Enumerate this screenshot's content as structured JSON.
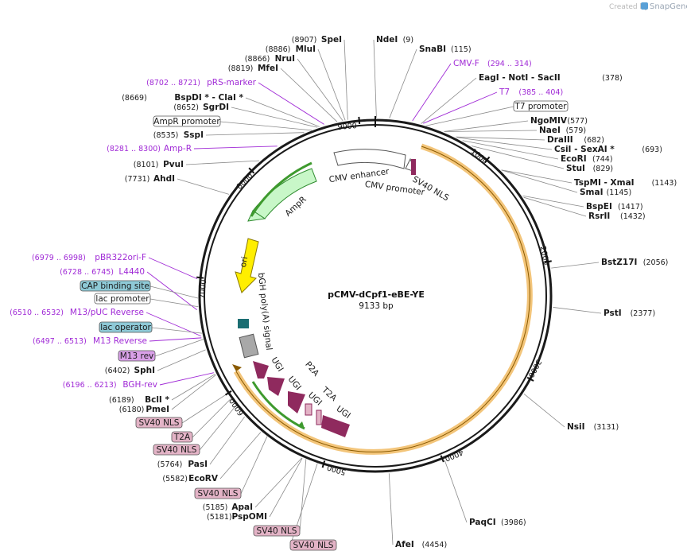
{
  "credit": {
    "prefix": "Created by",
    "brand": "SnapGene"
  },
  "plasmid": {
    "name": "pCMV-dCpf1-eBE-YE",
    "length_label": "9133 bp",
    "length": 9133
  },
  "ticks": [
    "1000",
    "2000",
    "3000",
    "4000",
    "5000",
    "6000",
    "7000",
    "8000",
    "9000"
  ],
  "sites": [
    {
      "name": "SpeI",
      "pos": "(8907)"
    },
    {
      "name": "MluI",
      "pos": "(8886)"
    },
    {
      "name": "NruI",
      "pos": "(8866)"
    },
    {
      "name": "MfeI",
      "pos": "(8819)"
    },
    {
      "name": "BspDI *  -  ClaI *",
      "pos": "(8669)"
    },
    {
      "name": "SgrDI",
      "pos": "(8652)"
    },
    {
      "name": "SspI",
      "pos": "(8535)"
    },
    {
      "name": "PvuI",
      "pos": "(8101)"
    },
    {
      "name": "AhdI",
      "pos": "(7731)"
    },
    {
      "name": "SphI",
      "pos": "(6402)"
    },
    {
      "name": "BclI *",
      "pos": "(6189)"
    },
    {
      "name": "PmeI",
      "pos": "(6180)"
    },
    {
      "name": "PasI",
      "pos": "(5764)"
    },
    {
      "name": "EcoRV",
      "pos": "(5582)"
    },
    {
      "name": "ApaI",
      "pos": "(5185)"
    },
    {
      "name": "PspOMI",
      "pos": "(5181)"
    },
    {
      "name": "NdeI",
      "pos": "(9)"
    },
    {
      "name": "SnaBI",
      "pos": "(115)"
    },
    {
      "name": "EagI  -  NotI  -  SacII",
      "pos": "(378)"
    },
    {
      "name": "NgoMIV",
      "pos": "(577)"
    },
    {
      "name": "NaeI",
      "pos": "(579)"
    },
    {
      "name": "DraIII",
      "pos": "(682)"
    },
    {
      "name": "CsiI  -  SexAI *",
      "pos": "(693)"
    },
    {
      "name": "EcoRI",
      "pos": "(744)"
    },
    {
      "name": "StuI",
      "pos": "(829)"
    },
    {
      "name": "TspMI  -  XmaI",
      "pos": "(1143)"
    },
    {
      "name": "SmaI",
      "pos": "(1145)"
    },
    {
      "name": "BspEI",
      "pos": "(1417)"
    },
    {
      "name": "RsrII",
      "pos": "(1432)"
    },
    {
      "name": "BstZ17I",
      "pos": "(2056)"
    },
    {
      "name": "PstI",
      "pos": "(2377)"
    },
    {
      "name": "NsiI",
      "pos": "(3131)"
    },
    {
      "name": "PaqCI",
      "pos": "(3986)"
    },
    {
      "name": "AfeI",
      "pos": "(4454)"
    }
  ],
  "primers": [
    {
      "name": "pRS-marker",
      "pos": "(8702 .. 8721)"
    },
    {
      "name": "Amp-R",
      "pos": "(8281 .. 8300)"
    },
    {
      "name": "pBR322ori-F",
      "pos": "(6979 .. 6998)"
    },
    {
      "name": "L4440",
      "pos": "(6728 .. 6745)"
    },
    {
      "name": "M13/pUC Reverse",
      "pos": "(6510 .. 6532)"
    },
    {
      "name": "M13 Reverse",
      "pos": "(6497 .. 6513)"
    },
    {
      "name": "BGH-rev",
      "pos": "(6196 .. 6213)"
    },
    {
      "name": "CMV-F",
      "pos": "(294 .. 314)"
    },
    {
      "name": "T7",
      "pos": "(385 .. 404)"
    }
  ],
  "boxed_labels": [
    {
      "name": "AmpR promoter",
      "color": "#ffffff"
    },
    {
      "name": "CAP binding site",
      "color": "#8ec9d6"
    },
    {
      "name": "lac promoter",
      "color": "#ffffff"
    },
    {
      "name": "lac operator",
      "color": "#8ec9d6"
    },
    {
      "name": "M13 rev",
      "color": "#d9a0e8"
    },
    {
      "name": "T7 promoter",
      "color": "#ffffff"
    },
    {
      "name": "SV40 NLS",
      "color": "#e3b3c6"
    },
    {
      "name": "T2A",
      "color": "#e3b3c6"
    },
    {
      "name": "SV40 NLS",
      "color": "#e3b3c6"
    },
    {
      "name": "SV40 NLS",
      "color": "#e3b3c6"
    },
    {
      "name": "SV40 NLS",
      "color": "#e3b3c6"
    },
    {
      "name": "SV40 NLS",
      "color": "#e3b3c6"
    }
  ],
  "features": {
    "cmv_enhancer": "CMV enhancer",
    "cmv_promoter": "CMV promoter",
    "sv40_nls": "SV40 NLS",
    "ampr": "AmpR",
    "ori": "ori",
    "bgh": "bGH poly(A) signal",
    "ugi": "UGI",
    "p2a": "P2A",
    "t2a": "T2A"
  },
  "colors": {
    "ampr": "#c8f7c8",
    "ampr_border": "#2e8b2e",
    "ori": "#ffee00",
    "ugi": "#8f2a5e",
    "orange": "#f0b050",
    "nls": "#e3b3c6"
  }
}
